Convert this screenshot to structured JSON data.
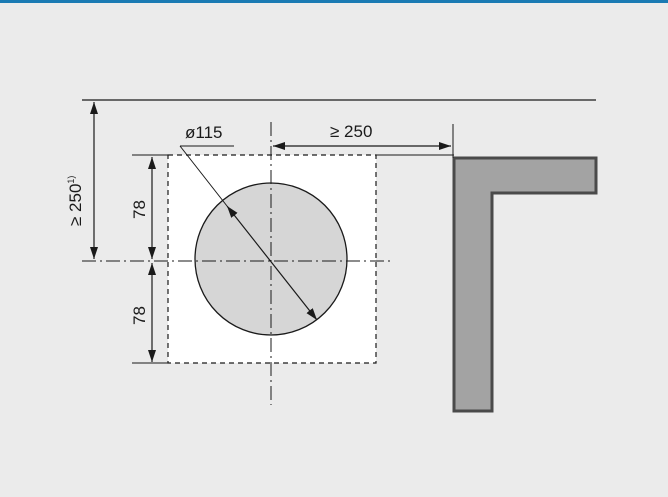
{
  "dimensions": {
    "diameter": "ø115",
    "horizontal_clearance": "≥ 250",
    "vertical_clearance": "≥ 250",
    "vertical_clearance_footnote": "1)",
    "upper_half_height": "78",
    "lower_half_height": "78"
  },
  "colors": {
    "accent_rule": "#1a7ab3",
    "background": "#ebebeb",
    "opening_fill": "#ffffff",
    "duct_fill": "#d6d6d6",
    "wall_fill": "#a3a3a3",
    "line": "#1a1a1a"
  }
}
